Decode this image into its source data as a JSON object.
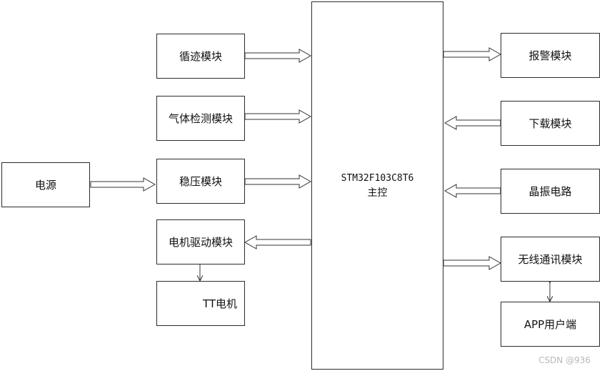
{
  "left_modules": {
    "tracking": "循迹模块",
    "gas": "气体检测模块",
    "regulator": "稳压模块",
    "motor_driver": "电机驱动模块",
    "motor": "TT电机"
  },
  "power": "电源",
  "mcu": {
    "name": "STM32F103C8T6",
    "role": "主控"
  },
  "right_modules": {
    "alarm": "报警模块",
    "download": "下载模块",
    "crystal": "晶振电路",
    "wireless": "无线通讯模块",
    "app": "APP用户端"
  },
  "watermark": "CSDN @936"
}
